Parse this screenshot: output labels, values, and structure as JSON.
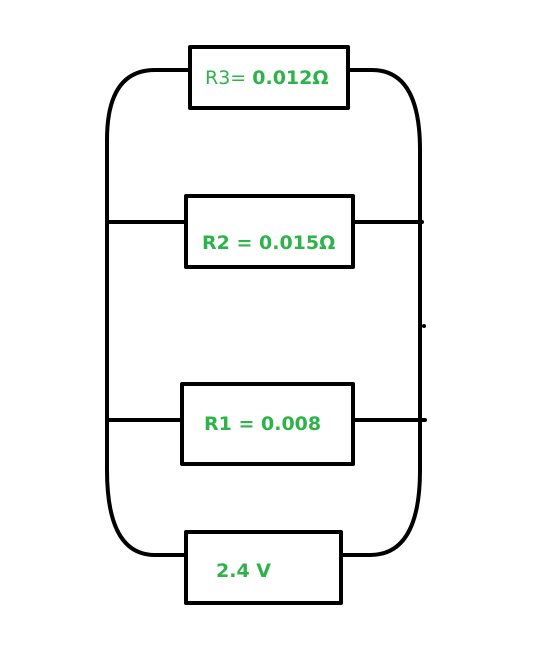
{
  "diagram": {
    "components": {
      "r3": {
        "name": "R3",
        "sep": "= ",
        "value": "0.012Ω"
      },
      "r2": {
        "label": "R2 = 0.015Ω"
      },
      "r1": {
        "label": "R1 = 0.008"
      },
      "source": {
        "label": "2.4 V"
      }
    },
    "colors": {
      "wire": "#000000",
      "label": "#2db34a",
      "background": "#ffffff"
    }
  }
}
